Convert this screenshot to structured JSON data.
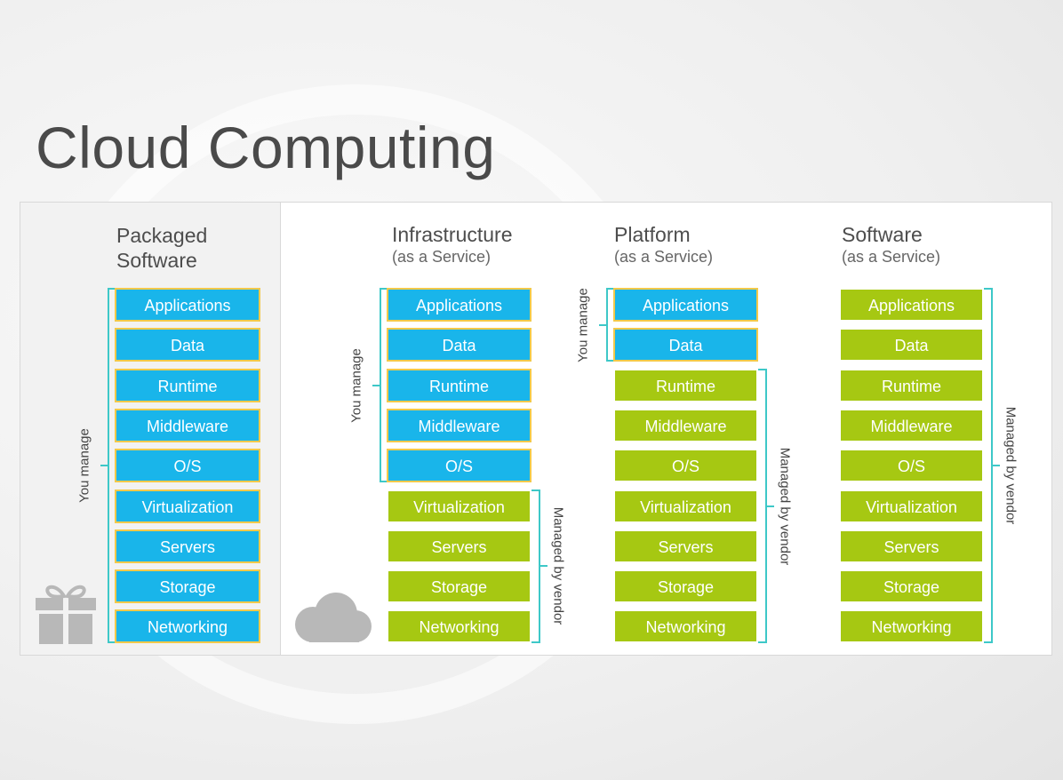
{
  "title": "Cloud Computing",
  "columns": [
    {
      "name": "Packaged Software",
      "subtitle": "",
      "layers": [
        {
          "label": "Applications",
          "managed": "you"
        },
        {
          "label": "Data",
          "managed": "you"
        },
        {
          "label": "Runtime",
          "managed": "you"
        },
        {
          "label": "Middleware",
          "managed": "you"
        },
        {
          "label": "O/S",
          "managed": "you"
        },
        {
          "label": "Virtualization",
          "managed": "you"
        },
        {
          "label": "Servers",
          "managed": "you"
        },
        {
          "label": "Storage",
          "managed": "you"
        },
        {
          "label": "Networking",
          "managed": "you"
        }
      ],
      "you_label": "You manage",
      "vendor_label": ""
    },
    {
      "name": "Infrastructure",
      "subtitle": "(as a Service)",
      "layers": [
        {
          "label": "Applications",
          "managed": "you"
        },
        {
          "label": "Data",
          "managed": "you"
        },
        {
          "label": "Runtime",
          "managed": "you"
        },
        {
          "label": "Middleware",
          "managed": "you"
        },
        {
          "label": "O/S",
          "managed": "you"
        },
        {
          "label": "Virtualization",
          "managed": "vendor"
        },
        {
          "label": "Servers",
          "managed": "vendor"
        },
        {
          "label": "Storage",
          "managed": "vendor"
        },
        {
          "label": "Networking",
          "managed": "vendor"
        }
      ],
      "you_label": "You manage",
      "vendor_label": "Managed by vendor"
    },
    {
      "name": "Platform",
      "subtitle": "(as a Service)",
      "layers": [
        {
          "label": "Applications",
          "managed": "you"
        },
        {
          "label": "Data",
          "managed": "you"
        },
        {
          "label": "Runtime",
          "managed": "vendor"
        },
        {
          "label": "Middleware",
          "managed": "vendor"
        },
        {
          "label": "O/S",
          "managed": "vendor"
        },
        {
          "label": "Virtualization",
          "managed": "vendor"
        },
        {
          "label": "Servers",
          "managed": "vendor"
        },
        {
          "label": "Storage",
          "managed": "vendor"
        },
        {
          "label": "Networking",
          "managed": "vendor"
        }
      ],
      "you_label": "You manage",
      "vendor_label": "Managed by vendor"
    },
    {
      "name": "Software",
      "subtitle": "(as a Service)",
      "layers": [
        {
          "label": "Applications",
          "managed": "vendor"
        },
        {
          "label": "Data",
          "managed": "vendor"
        },
        {
          "label": "Runtime",
          "managed": "vendor"
        },
        {
          "label": "Middleware",
          "managed": "vendor"
        },
        {
          "label": "O/S",
          "managed": "vendor"
        },
        {
          "label": "Virtualization",
          "managed": "vendor"
        },
        {
          "label": "Servers",
          "managed": "vendor"
        },
        {
          "label": "Storage",
          "managed": "vendor"
        },
        {
          "label": "Networking",
          "managed": "vendor"
        }
      ],
      "you_label": "",
      "vendor_label": "Managed by vendor"
    }
  ],
  "icons": {
    "packaged": "gift-icon",
    "cloud": "cloud-icon"
  },
  "colors": {
    "you": "#19b5ea",
    "vendor": "#a6c812",
    "bracket": "#3ec8c8",
    "you_border": "#f2c94a"
  }
}
